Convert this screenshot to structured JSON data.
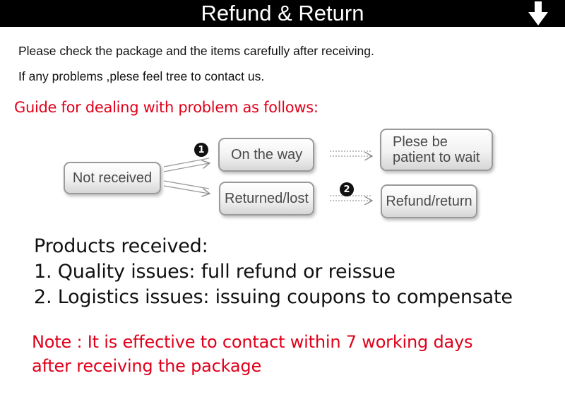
{
  "header": {
    "title": "Refund & Return",
    "icon": "down-arrow-icon"
  },
  "intro": {
    "line1": "Please check the package and the items carefully after receiving.",
    "line2": "If any problems ,plese feel tree to contact us."
  },
  "guide": {
    "title": "Guide for dealing with problem as follows:"
  },
  "flow": {
    "start": "Not received",
    "branch1": {
      "number": "1",
      "label": "On the way",
      "result_line1": "Plese be",
      "result_line2": "patient to wait"
    },
    "branch2": {
      "number": "2",
      "label": "Returned/lost",
      "result": "Refund/return"
    }
  },
  "products": {
    "heading": "Products received:",
    "items": [
      "1. Quality issues: full refund or reissue",
      "2. Logistics issues: issuing coupons to compensate"
    ]
  },
  "note": {
    "line1": "Note : It is effective to contact within 7 working days",
    "line2": "after receiving the package"
  },
  "colors": {
    "header_bg": "#000000",
    "accent_red": "#e0001a",
    "box_border": "#9a9a9a"
  }
}
